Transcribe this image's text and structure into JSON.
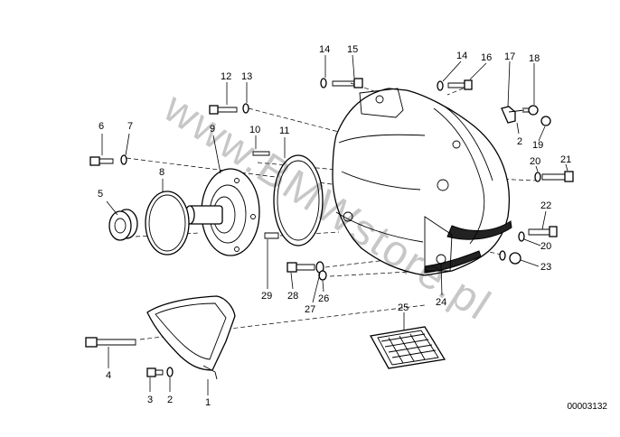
{
  "callouts": [
    "1",
    "2",
    "3",
    "4",
    "5",
    "6",
    "7",
    "8",
    "9",
    "10",
    "11",
    "12",
    "13",
    "14",
    "15",
    "14",
    "16",
    "17",
    "18",
    "2",
    "19",
    "20",
    "21",
    "22",
    "20",
    "23",
    "24",
    "25",
    "26",
    "27",
    "28",
    "29"
  ],
  "watermark": "www.BMWstore.pl",
  "doc_number": "00003132"
}
